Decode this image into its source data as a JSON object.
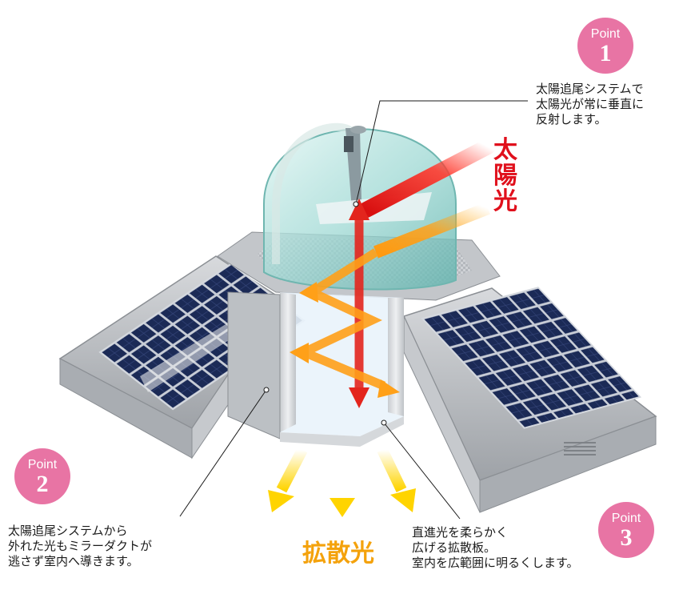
{
  "points": [
    {
      "word": "Point",
      "number": "1"
    },
    {
      "word": "Point",
      "number": "2"
    },
    {
      "word": "Point",
      "number": "3"
    }
  ],
  "captions": {
    "point1": "太陽追尾システムで\n太陽光が常に垂直に\n反射します。",
    "point2": "太陽追尾システムから\n外れた光もミラーダクトが\n逃さず室内へ導きます。",
    "point3": "直進光を柔らかく\n広げる拡散板。\n室内を広範囲に明るくします。"
  },
  "labels": {
    "sunlight": "太陽光",
    "diffused_light": "拡散光"
  },
  "colors": {
    "badge_pink": "#e874a4",
    "sunlight_red": "#e0101c",
    "diffuse_orange": "#f4a20c",
    "solar_panel": "#1b2a56",
    "frame_gray": "#b9bcc0",
    "dome_tint": "#9fd9d4"
  }
}
